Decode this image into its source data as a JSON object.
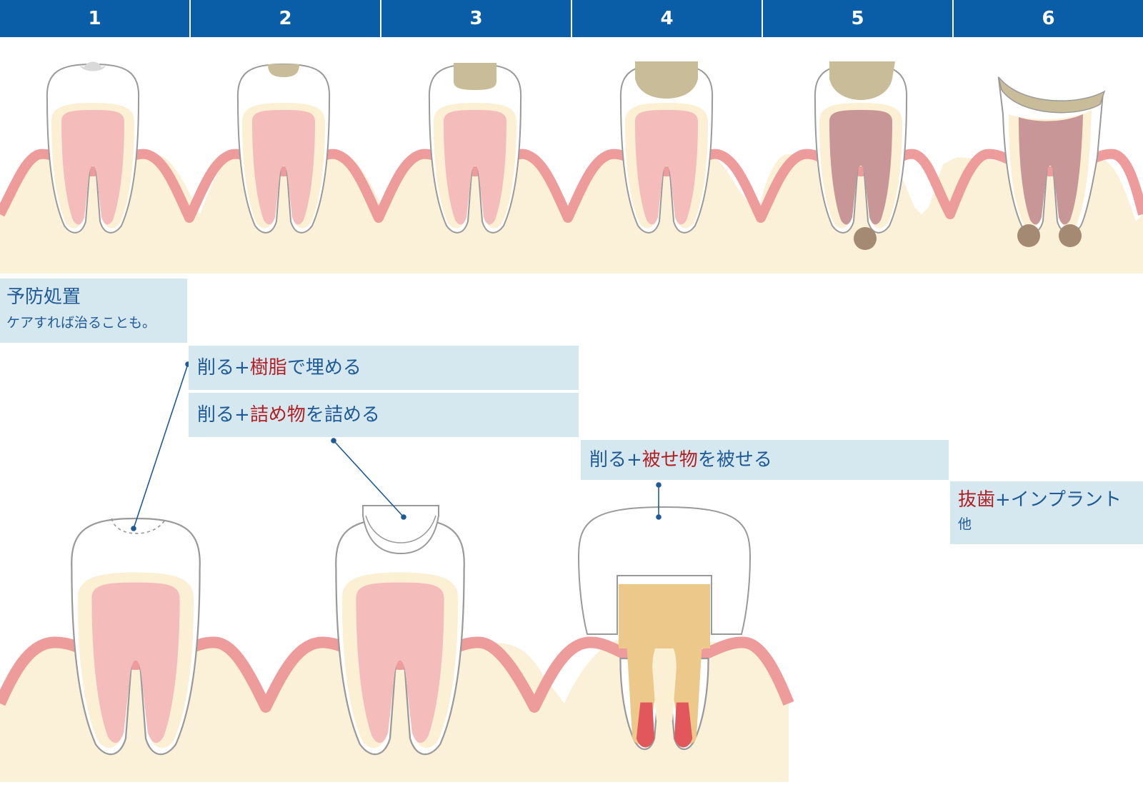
{
  "stages": [
    "1",
    "2",
    "3",
    "4",
    "5",
    "6"
  ],
  "treatments": {
    "prevention": {
      "title": "予防処置",
      "note": "ケアすれば治ることも。"
    },
    "resin": {
      "prefix": "削る+",
      "highlight": "樹脂",
      "suffix": "で埋める"
    },
    "inlay": {
      "prefix": "削る+",
      "highlight": "詰め物",
      "suffix": "を詰める"
    },
    "crown": {
      "prefix": "削る+",
      "highlight": "被せ物",
      "suffix": "を被せる"
    },
    "extraction": {
      "highlight": "抜歯",
      "suffix": "+インプラント",
      "note": "他"
    }
  },
  "colors": {
    "header": "#0a5ea8",
    "label_bg": "#d6e8ef",
    "label_text": "#1f5a97",
    "highlight_text": "#b11f24",
    "gum": "#ee9b9b",
    "bone": "#fbf0d8",
    "dentin": "#fbefd4",
    "pulp": "#f5bcbc",
    "infected_pulp": "#c89696",
    "decay": "#c9bc98",
    "abscess": "#a58a73",
    "core": "#ecc98a",
    "root_fill": "#e2575c",
    "connector": "#1f5a97"
  }
}
